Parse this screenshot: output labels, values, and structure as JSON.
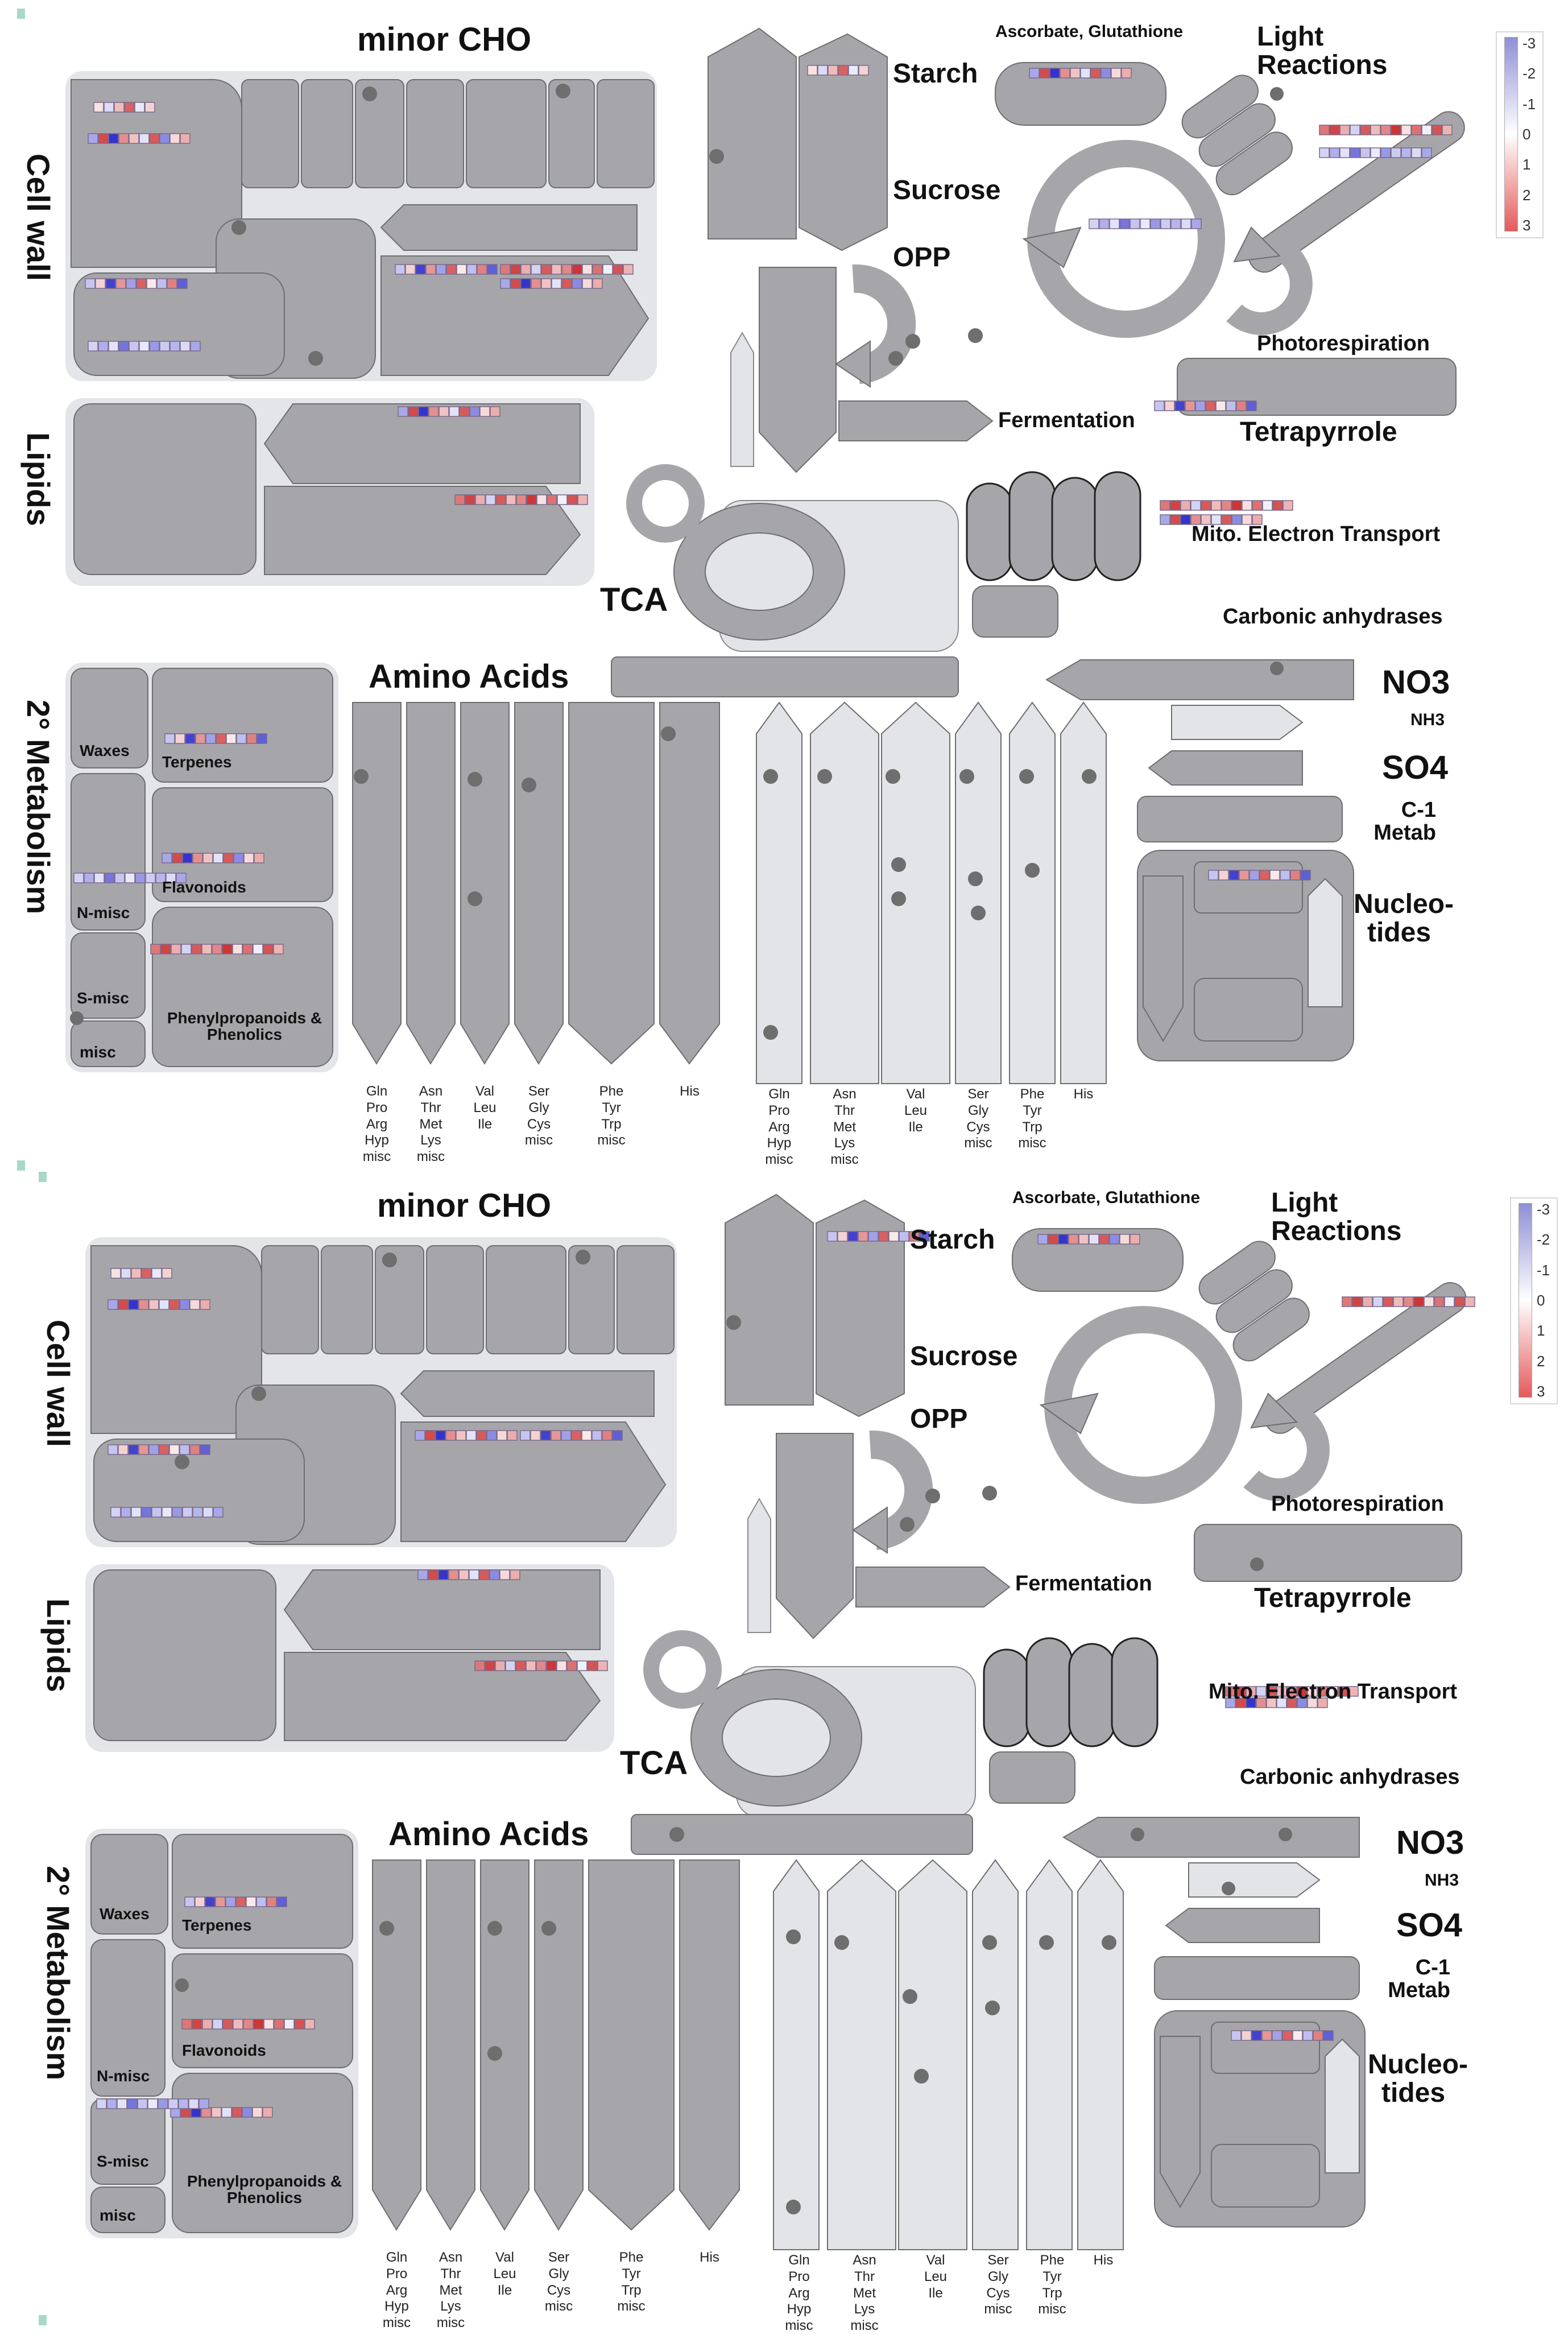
{
  "panels": [
    {
      "labels": {
        "minor_cho": "minor CHO",
        "cell_wall": "Cell wall",
        "lipids": "Lipids",
        "secondary_metabolism": "2° Metabolism",
        "starch": "Starch",
        "sucrose": "Sucrose",
        "opp": "OPP",
        "ascorbate": "Ascorbate, Glutathione",
        "light_reactions": "Light Reactions",
        "photorespiration": "Photorespiration",
        "tetrapyrrole": "Tetrapyrrole",
        "fermentation": "Fermentation",
        "mito_electron": "Mito. Electron Transport",
        "tca": "TCA",
        "carbonic": "Carbonic anhydrases",
        "amino_acids": "Amino Acids",
        "no3": "NO3",
        "nh3": "NH3",
        "so4": "SO4",
        "c1_metab": "C-1 Metab",
        "nucleotides": "Nucleo- tides",
        "waxes": "Waxes",
        "terpenes": "Terpenes",
        "flavonoids": "Flavonoids",
        "n_misc": "N-misc",
        "s_misc": "S-misc",
        "misc": "misc",
        "phenylpropanoids": "Phenylpropanoids & Phenolics"
      },
      "aa_groups": [
        [
          "Gln",
          "Pro",
          "Arg",
          "Hyp",
          "misc"
        ],
        [
          "Asn",
          "Thr",
          "Met",
          "Lys",
          "misc"
        ],
        [
          "Val",
          "Leu",
          "Ile"
        ],
        [
          "Ser",
          "Gly",
          "Cys",
          "misc"
        ],
        [
          "Phe",
          "Tyr",
          "Trp",
          "misc"
        ],
        [
          "His"
        ],
        [
          "Gln",
          "Pro",
          "Arg",
          "Hyp",
          "misc"
        ],
        [
          "Asn",
          "Thr",
          "Met",
          "Lys",
          "misc"
        ],
        [
          "Val",
          "Leu",
          "Ile"
        ],
        [
          "Ser",
          "Gly",
          "Cys",
          "misc"
        ],
        [
          "Phe",
          "Tyr",
          "Trp",
          "misc"
        ],
        [
          "His"
        ]
      ],
      "legend_ticks": [
        "-3",
        "-2",
        "-1",
        "0",
        "1",
        "2",
        "3"
      ]
    },
    {
      "labels": {
        "minor_cho": "minor CHO",
        "cell_wall": "Cell wall",
        "lipids": "Lipids",
        "secondary_metabolism": "2° Metabolism",
        "starch": "Starch",
        "sucrose": "Sucrose",
        "opp": "OPP",
        "ascorbate": "Ascorbate, Glutathione",
        "light_reactions": "Light Reactions",
        "photorespiration": "Photorespiration",
        "tetrapyrrole": "Tetrapyrrole",
        "fermentation": "Fermentation",
        "mito_electron": "Mito. Electron Transport",
        "tca": "TCA",
        "carbonic": "Carbonic anhydrases",
        "amino_acids": "Amino Acids",
        "no3": "NO3",
        "nh3": "NH3",
        "so4": "SO4",
        "c1_metab": "C-1 Metab",
        "nucleotides": "Nucleo- tides",
        "waxes": "Waxes",
        "terpenes": "Terpenes",
        "flavonoids": "Flavonoids",
        "n_misc": "N-misc",
        "s_misc": "S-misc",
        "misc": "misc",
        "phenylpropanoids": "Phenylpropanoids & Phenolics"
      },
      "aa_groups": [
        [
          "Gln",
          "Pro",
          "Arg",
          "Hyp",
          "misc"
        ],
        [
          "Asn",
          "Thr",
          "Met",
          "Lys",
          "misc"
        ],
        [
          "Val",
          "Leu",
          "Ile"
        ],
        [
          "Ser",
          "Gly",
          "Cys",
          "misc"
        ],
        [
          "Phe",
          "Tyr",
          "Trp",
          "misc"
        ],
        [
          "His"
        ],
        [
          "Gln",
          "Pro",
          "Arg",
          "Hyp",
          "misc"
        ],
        [
          "Asn",
          "Thr",
          "Met",
          "Lys",
          "misc"
        ],
        [
          "Val",
          "Leu",
          "Ile"
        ],
        [
          "Ser",
          "Gly",
          "Cys",
          "misc"
        ],
        [
          "Phe",
          "Tyr",
          "Trp",
          "misc"
        ],
        [
          "His"
        ]
      ],
      "legend_ticks": [
        "-3",
        "-2",
        "-1",
        "0",
        "1",
        "2",
        "3"
      ]
    }
  ],
  "colors": {
    "box_dark": "#a6a6aa",
    "box_light": "#e2e4e8",
    "background_group": "#e3e5e9",
    "outline": "#6e6e72",
    "dot": "#6e6e6e",
    "scale_negative": "#2525c8",
    "scale_zero": "#ffffff",
    "scale_positive": "#c81e1e"
  },
  "heat_strips": [
    [
      0.4,
      -0.5,
      0.9,
      2.1,
      -0.3,
      0.6
    ],
    [
      -1.2,
      2.4,
      -2.8,
      1.5,
      0.8,
      -0.4,
      2.2,
      -1.6,
      0.5,
      1.1
    ],
    [
      -0.6,
      -1.1,
      -0.4,
      -1.9,
      -0.8,
      -0.3,
      -1.4,
      -0.7,
      -1.0,
      -0.5,
      -1.2
    ],
    [
      1.8,
      2.5,
      1.1,
      -0.6,
      2.2,
      0.9,
      1.6,
      2.7,
      0.4,
      1.9,
      -0.2,
      2.3,
      1.0
    ],
    [
      -0.8,
      0.6,
      -2.6,
      1.4,
      -1.3,
      2.1,
      0.3,
      -0.9,
      1.7,
      -2.2
    ]
  ]
}
